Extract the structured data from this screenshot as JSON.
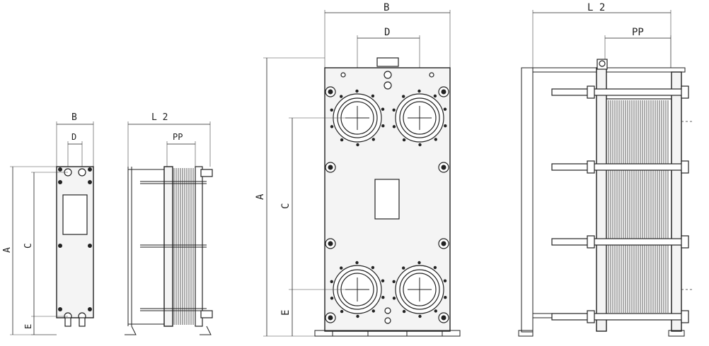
{
  "views": {
    "small_front": {
      "dim_B": "B",
      "dim_D": "D",
      "dim_A": "A",
      "dim_C": "C",
      "dim_E": "E"
    },
    "small_side": {
      "dim_L2": "L 2",
      "dim_PP": "PP"
    },
    "large_front": {
      "dim_B": "B",
      "dim_D": "D",
      "dim_A": "A",
      "dim_C": "C",
      "dim_E": "E"
    },
    "large_side": {
      "dim_L2": "L 2",
      "dim_PP": "PP"
    }
  }
}
